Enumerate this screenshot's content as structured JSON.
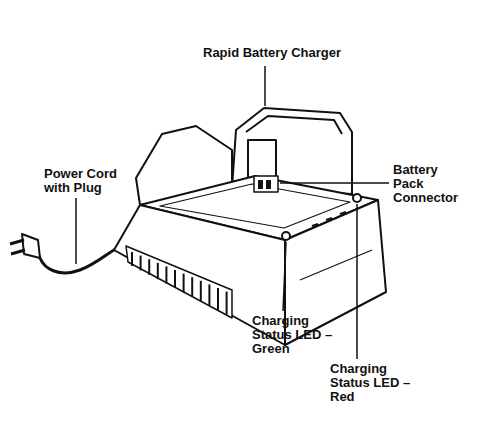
{
  "diagram": {
    "labels": [
      "Rapid Battery Charger",
      "Power Cord with Plug",
      "Battery Pack Connector",
      "Charging Status LED – Green",
      "Charging Status LED – Red"
    ]
  }
}
